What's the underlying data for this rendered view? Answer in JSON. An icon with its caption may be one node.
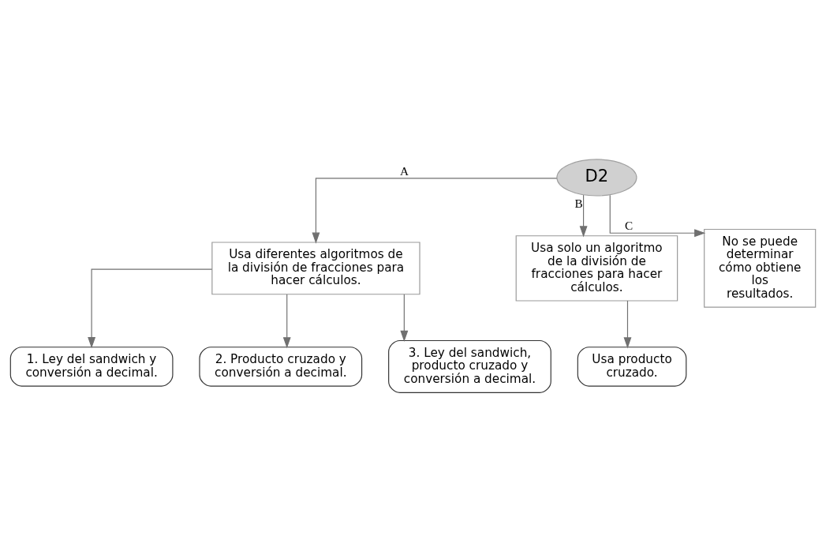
{
  "diagram": {
    "nodes": [
      {
        "text": [
          "D2"
        ]
      },
      {
        "text": [
          "Usa diferentes algoritmos de la división de fracciones para hacer cálculos."
        ]
      },
      {
        "text": [
          "Usa solo un algoritmo de la división de fracciones para hacer cálculos."
        ]
      },
      {
        "text": [
          "No se puede determinar cómo obtiene los resultados."
        ]
      },
      {
        "text": [
          "1. Ley del sandwich y conversión a decimal."
        ]
      },
      {
        "text": [
          "2. Producto cruzado y conversión a decimal."
        ]
      },
      {
        "text": [
          "3. Ley del sandwich, producto cruzado y conversión a decimal."
        ]
      },
      {
        "text": [
          "Usa producto cruzado."
        ]
      }
    ],
    "edges": [
      {
        "from": 0,
        "to": 1,
        "arrow": "to",
        "label": "A"
      },
      {
        "from": 0,
        "to": 2,
        "arrow": "to",
        "label": "B"
      },
      {
        "from": 0,
        "to": 3,
        "arrow": "to",
        "label": "C"
      },
      {
        "from": 1,
        "to": 4,
        "arrow": "to"
      },
      {
        "from": 1,
        "to": 5,
        "arrow": "to"
      },
      {
        "from": 1,
        "to": 6,
        "arrow": "to"
      },
      {
        "from": 2,
        "to": 7,
        "arrow": "to"
      }
    ]
  }
}
